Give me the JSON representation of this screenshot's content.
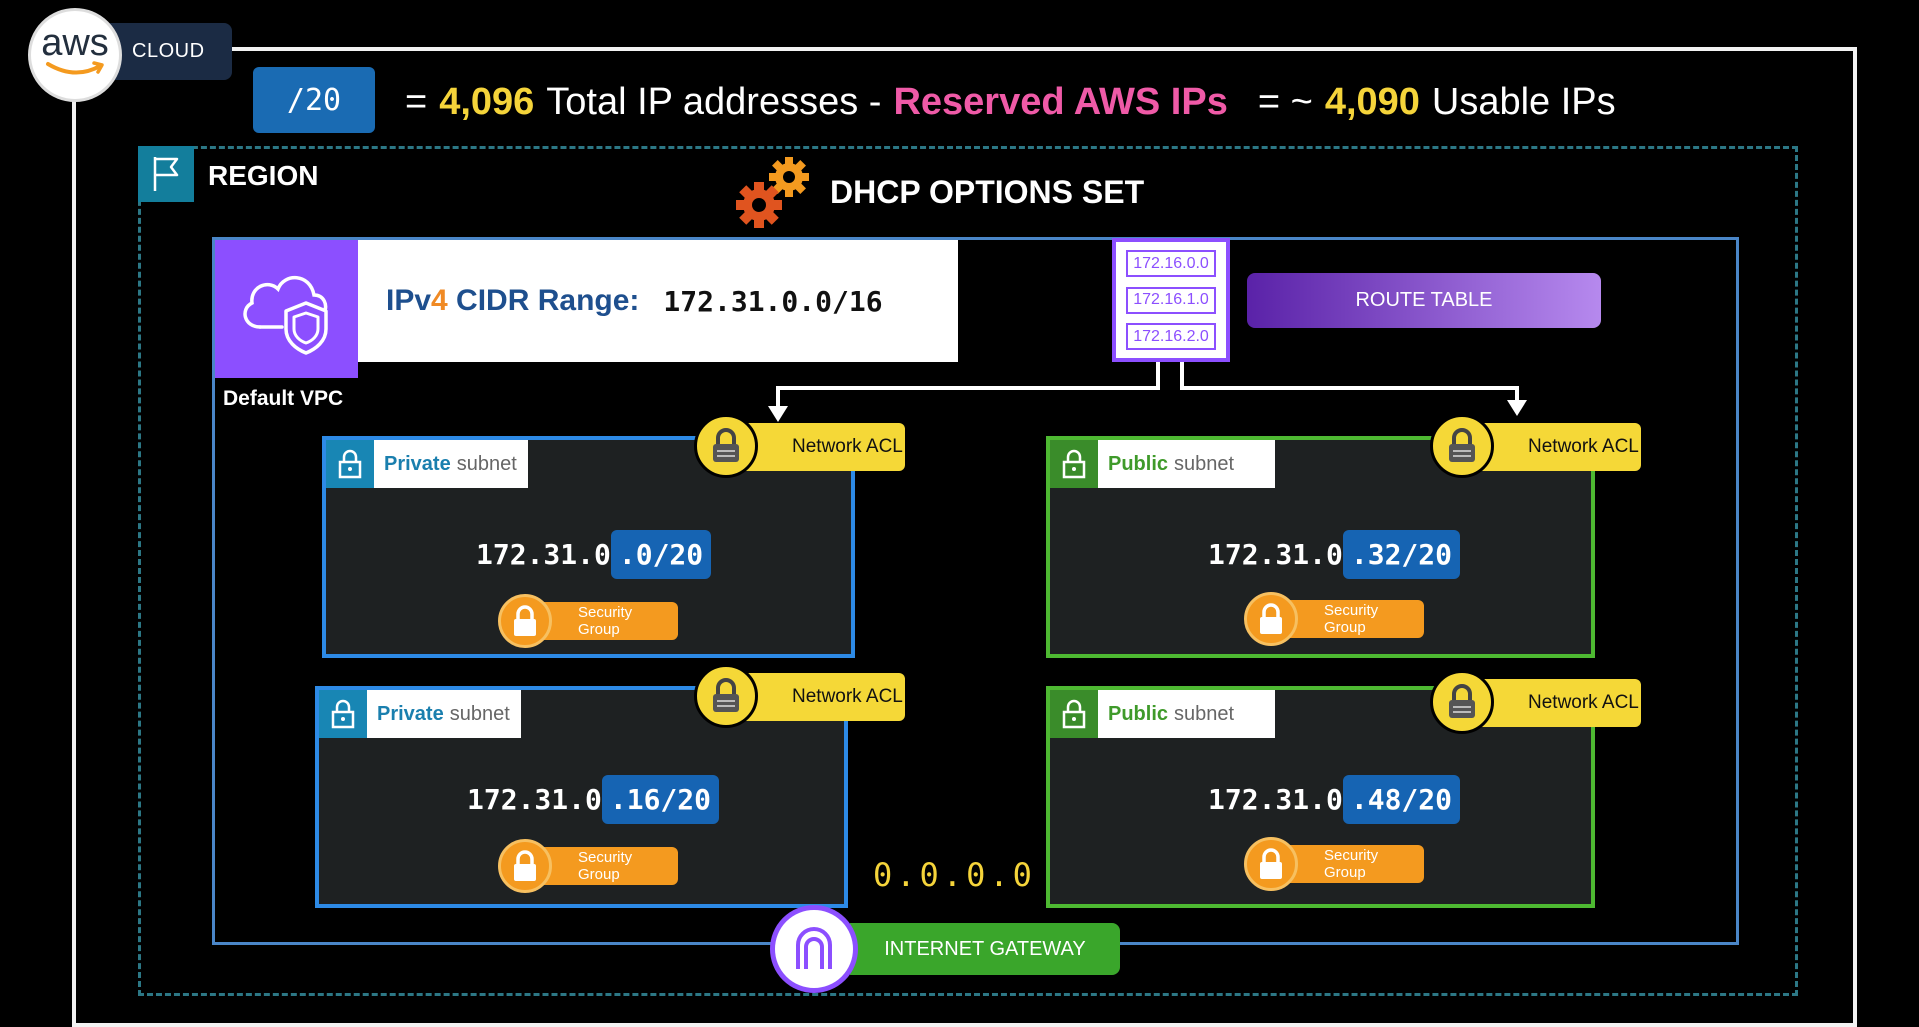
{
  "brand": {
    "logo_text": "aws",
    "cloud_label": "CLOUD"
  },
  "equation": {
    "mask": "/20",
    "eq1": "=",
    "total_count": "4,096",
    "total_label": "Total IP addresses -",
    "reserved_label": "Reserved AWS IPs",
    "eq2": "= ~",
    "usable_count": "4,090",
    "usable_label": "Usable IPs"
  },
  "region": {
    "label": "REGION"
  },
  "dhcp": {
    "label": "DHCP OPTIONS SET"
  },
  "vpc": {
    "label": "Default VPC",
    "cidr_label_prefix": "IPv",
    "cidr_label_four": "4",
    "cidr_label_suffix": " CIDR Range:",
    "cidr_value": "172.31.0.0/16"
  },
  "route_table": {
    "rows": [
      "172.16.0.0",
      "172.16.1.0",
      "172.16.2.0"
    ],
    "button_label": "ROUTE TABLE"
  },
  "subnets": [
    {
      "type_word": "Private",
      "word": "subnet",
      "ip_net": "172.31.0",
      "ip_host": ".0/20",
      "nacl": "Network ACL",
      "sg": "Security Group"
    },
    {
      "type_word": "Public",
      "word": "subnet",
      "ip_net": "172.31.0",
      "ip_host": ".32/20",
      "nacl": "Network ACL",
      "sg": "Security Group"
    },
    {
      "type_word": "Private",
      "word": "subnet",
      "ip_net": "172.31.0",
      "ip_host": ".16/20",
      "nacl": "Network ACL",
      "sg": "Security Group"
    },
    {
      "type_word": "Public",
      "word": "subnet",
      "ip_net": "172.31.0",
      "ip_host": ".48/20",
      "nacl": "Network ACL",
      "sg": "Security Group"
    }
  ],
  "zero_route": "0.0.0.0",
  "internet_gateway": {
    "label": "INTERNET GATEWAY"
  },
  "colors": {
    "private_border": "#2d8ae6",
    "public_border": "#4eb932",
    "nacl": "#f5d837",
    "security_group": "#f49a1f",
    "vpc_purple": "#8c4fff",
    "highlight_yellow": "#f5d43a",
    "highlight_pink": "#ef5aa7"
  },
  "icons": [
    "region-flag-icon",
    "gears-icon",
    "vpc-cloud-shield-icon",
    "route-table-icon",
    "lock-icon",
    "padlock-icon",
    "internet-gateway-icon"
  ]
}
